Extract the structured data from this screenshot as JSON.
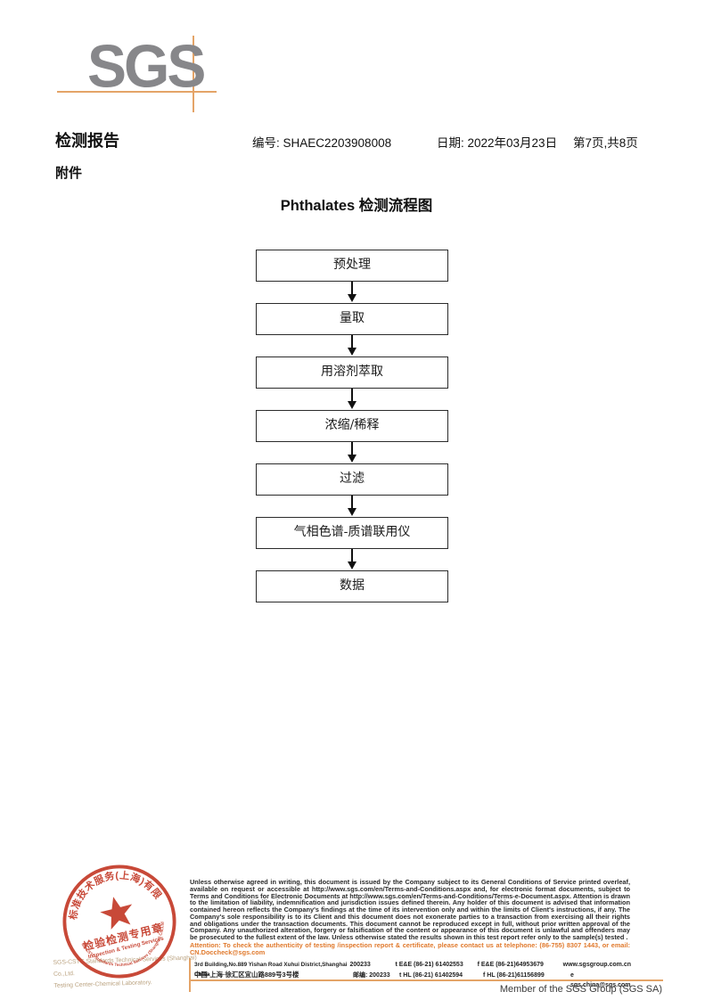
{
  "logo": {
    "text": "SGS"
  },
  "header": {
    "report_title": "检测报告",
    "number": "编号: SHAEC2203908008",
    "date": "日期: 2022年03月23日",
    "pages": "第7页,共8页",
    "attachment": "附件"
  },
  "flowchart": {
    "title": "Phthalates 检测流程图",
    "steps": [
      "预处理",
      "量取",
      "用溶剂萃取",
      "浓缩/稀释",
      "过滤",
      "气相色谱-质谱联用仪",
      "数据"
    ]
  },
  "stamp": {
    "arc_top": "通标标准技术服务(上海)有限公司",
    "center_line1": "检验检测专用章",
    "center_line2": "Inspection & Testing Services",
    "arc_bottom": "SGS-CSTC Standards Technical Services (Shanghai) Co.,Ltd.",
    "company_line1": "SGS-CSTC Standards Technical Services (Shanghai) Co.,Ltd.",
    "company_line2": "Testing Center-Chemical Laboratory."
  },
  "footer": {
    "legal": "Unless otherwise agreed in writing, this document is issued by the Company subject to its General Conditions of Service printed overleaf, available on request or accessible at http://www.sgs.com/en/Terms-and-Conditions.aspx and, for electronic format documents, subject to Terms and Conditions for Electronic Documents at http://www.sgs.com/en/Terms-and-Conditions/Terms-e-Document.aspx. Attention is drawn to the limitation of liability, indemnification and jurisdiction issues defined therein. Any holder of this document is advised that information contained hereon reflects the Company's findings at the time of its intervention only and within the limits of Client's instructions, if any. The Company's sole responsibility is to its Client and this document does not exonerate parties to a transaction from exercising all their rights and obligations under the transaction documents. This document cannot be reproduced except in full, without prior written approval of the Company. Any unauthorized alteration, forgery or falsification of the content or appearance of this document is unlawful and offenders may be prosecuted to the fullest extent of the law. Unless otherwise stated the results shown in this test report refer only to the sample(s) tested .",
    "attention": "Attention: To check the authenticity of testing /inspection report & certificate, please contact us at telephone: (86-755) 8307 1443, or email: CN.Doccheck@sgs.com",
    "address_en": "3rd Building,No.889 Yishan Road Xuhui District,Shanghai China",
    "postcode1": "200233",
    "phone1": "t E&E (86-21) 61402553",
    "fax1": "f E&E (86-21)64953679",
    "web": "www.sgsgroup.com.cn",
    "address_cn": "中国·上海·徐汇区宜山路889号3号楼",
    "postcode2": "邮编: 200233",
    "phone2": "t HL (86-21) 61402594",
    "fax2": "f HL (86-21)61156899",
    "email": "e  sgs.china@sgs.com",
    "member": "Member of the SGS Group (SGS SA)"
  },
  "colors": {
    "accent_orange": "#e4a468",
    "sgs_gray": "#87878a",
    "stamp_red": "#c43a28",
    "attention_orange": "#e0792c"
  }
}
